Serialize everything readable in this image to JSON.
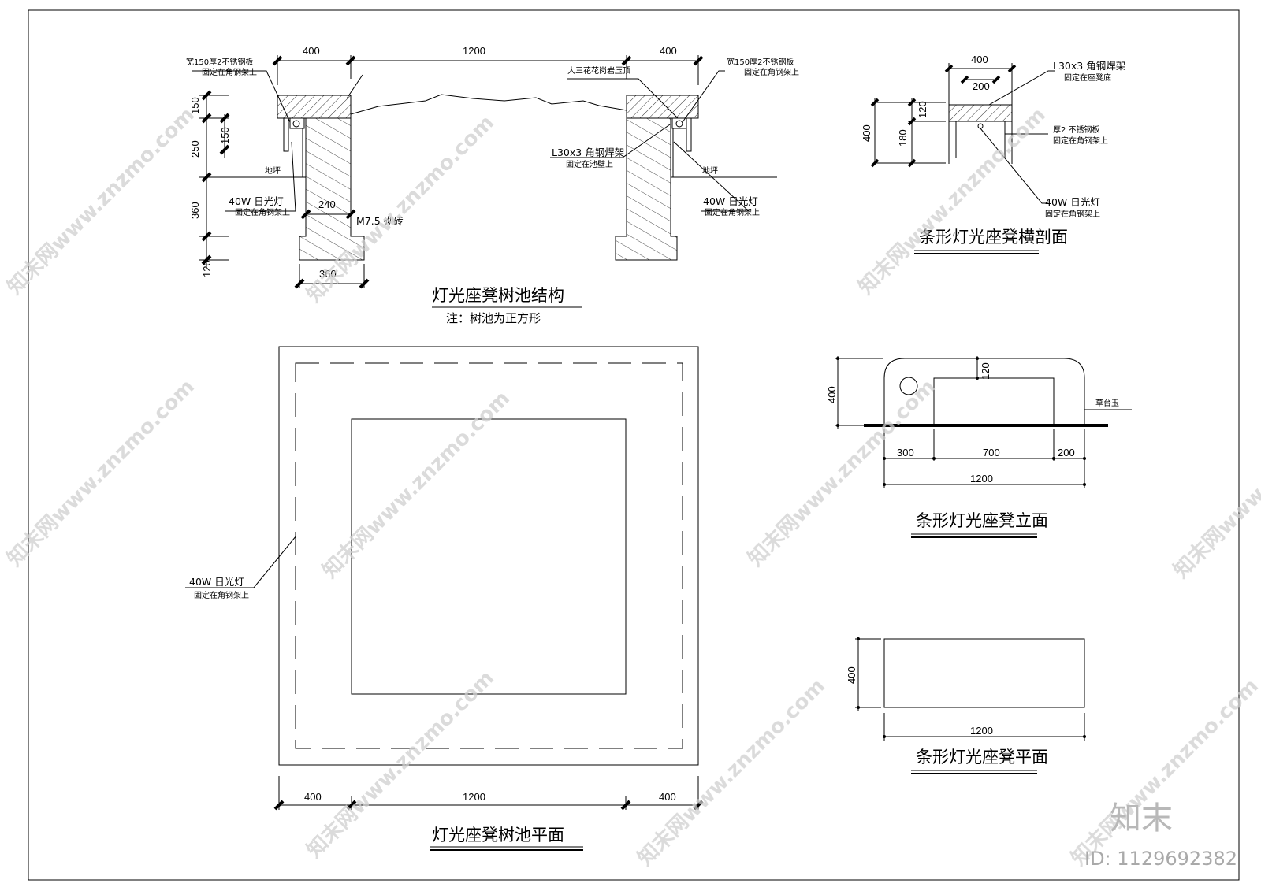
{
  "titles": {
    "structure": "灯光座凳树池结构",
    "structure_note": "注：树池为正方形",
    "plan": "灯光座凳树池平面",
    "cross_section": "条形灯光座凳横剖面",
    "elevation": "条形灯光座凳立面",
    "bench_plan": "条形灯光座凳平面"
  },
  "structure": {
    "dim_top": [
      "400",
      "1200",
      "400"
    ],
    "dim_left": [
      "150",
      "250",
      "360",
      "120"
    ],
    "dim_inner": "150",
    "dim_240": "240",
    "dim_360": "360",
    "notes": {
      "steel_plate_l1": "宽150厚2不锈钢板",
      "steel_plate_l2": "固定在角钢架上",
      "granite": "大三花花岗岩压顶",
      "angle_l1": "L30x3 角钢焊架",
      "angle_l2": "固定在池壁上",
      "ground": "地坪",
      "lamp_l1": "40W 日光灯",
      "lamp_l2": "固定在角钢架上",
      "brick": "M7.5 砌砖"
    }
  },
  "plan": {
    "dim_bottom": [
      "400",
      "1200",
      "400"
    ],
    "lamp_l1": "40W 日光灯",
    "lamp_l2": "固定在角钢架上"
  },
  "cross_section": {
    "dim_400": "400",
    "dim_200": "200",
    "dim_120": "120",
    "dim_180": "180",
    "dim_400v": "400",
    "angle_l1": "L30x3 角钢焊架",
    "angle_l2": "固定在座凳底",
    "plate_l1": "厚2 不锈钢板",
    "plate_l2": "固定在角钢架上",
    "lamp_l1": "40W 日光灯",
    "lamp_l2": "固定在角钢架上"
  },
  "elevation": {
    "dim_400": "400",
    "dim_120": "120",
    "dims": [
      "300",
      "700",
      "200"
    ],
    "dim_total": "1200",
    "curb": "草台玉"
  },
  "bench_plan": {
    "dim_400": "400",
    "dim_1200": "1200"
  },
  "watermark": {
    "text": "知末网www.znzmo.com",
    "logo": "知末",
    "id": "ID: 1129692382"
  }
}
